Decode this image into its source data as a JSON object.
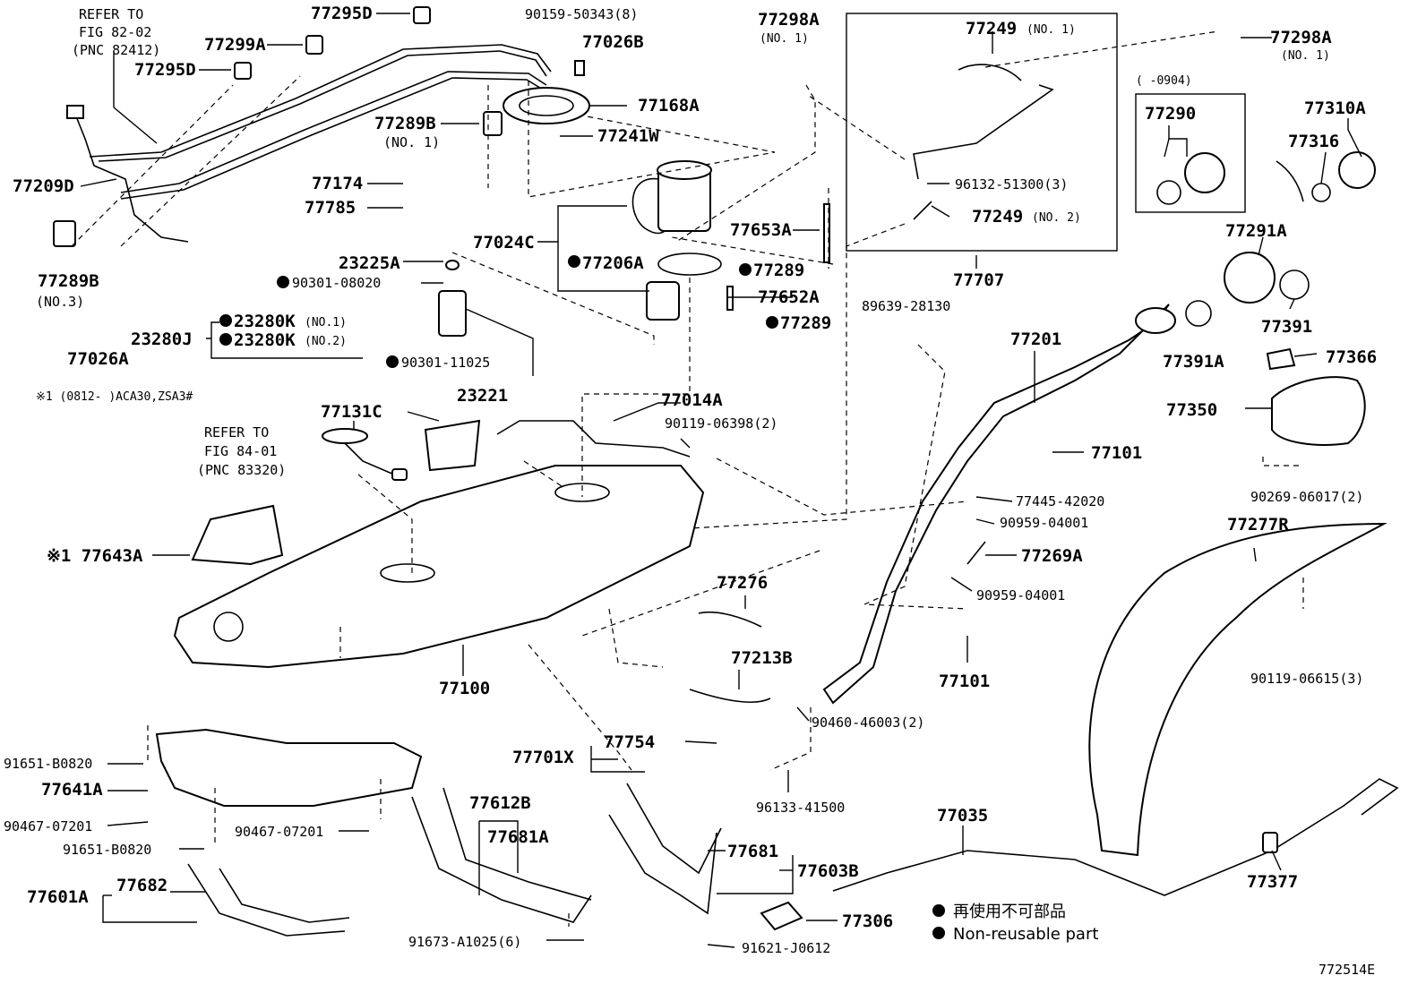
{
  "diagram": {
    "figure_code": "772514E",
    "legend": {
      "jp": "再使用不可部品",
      "en": "Non-reusable part"
    },
    "notes": {
      "note1": "※1 (0812-     )ACA30,ZSA3#",
      "ref1_l1": "REFER TO",
      "ref1_l2": "FIG 82-02",
      "ref1_l3": "(PNC 82412)",
      "ref2_l1": "REFER TO",
      "ref2_l2": "FIG 84-01",
      "ref2_l3": "(PNC 83320)",
      "range": "(      -0904)"
    },
    "labels": {
      "p77295D_a": "77295D",
      "p77295D_b": "77295D",
      "p77299A": "77299A",
      "p77209D": "77209D",
      "p77289B_no3": "77289B",
      "p77289B_no3_sub": "(NO.3)",
      "p77026A": "77026A",
      "p90159": "90159-50343(8)",
      "p77026B": "77026B",
      "p77168A": "77168A",
      "p77289B_no1": "77289B",
      "p77289B_no1_sub": "(NO. 1)",
      "p77241W": "77241W",
      "p77174": "77174",
      "p77785": "77785",
      "p77024C": "77024C",
      "p77206A": "77206A",
      "p23225A": "23225A",
      "p90301_08020": "90301-08020",
      "p23280J": "23280J",
      "p23280K_1": "23280K",
      "p23280K_1_sub": "(NO.1)",
      "p23280K_2": "23280K",
      "p23280K_2_sub": "(NO.2)",
      "p90301_11025": "90301-11025",
      "p23221": "23221",
      "p77653A": "77653A",
      "p77289_a": "77289",
      "p77652A": "77652A",
      "p77289_b": "77289",
      "p77298A_l": "77298A",
      "p77298A_l_sub": "(NO. 1)",
      "p77249_1": "77249",
      "p77249_1_sub": "(NO. 1)",
      "p96132": "96132-51300(3)",
      "p77249_2": "77249",
      "p77249_2_sub": "(NO. 2)",
      "p77707": "77707",
      "p77298A_r": "77298A",
      "p77298A_r_sub": "(NO. 1)",
      "p77290": "77290",
      "p77310A": "77310A",
      "p77316": "77316",
      "p77291A": "77291A",
      "p77391": "77391",
      "p77391A": "77391A",
      "p77366": "77366",
      "p77350": "77350",
      "p90269": "90269-06017(2)",
      "p77277R": "77277R",
      "p90119_06615": "90119-06615(3)",
      "p77377": "77377",
      "p89639": "89639-28130",
      "p77201": "77201",
      "p77101_a": "77101",
      "p77445": "77445-42020",
      "p90959_a": "90959-04001",
      "p77269A": "77269A",
      "p90959_b": "90959-04001",
      "p77101_b": "77101",
      "p77131C": "77131C",
      "p77014A": "77014A",
      "p90119_06398": "90119-06398(2)",
      "p77643A": "※1 77643A",
      "p77100": "77100",
      "p77276": "77276",
      "p77213B": "77213B",
      "p90460": "90460-46003(2)",
      "p77754": "77754",
      "p77701X": "77701X",
      "p96133": "96133-41500",
      "p77035": "77035",
      "p91651_a": "91651-B0820",
      "p77641A": "77641A",
      "p90467_a": "90467-07201",
      "p90467_b": "90467-07201",
      "p91651_b": "91651-B0820",
      "p77612B": "77612B",
      "p77681A": "77681A",
      "p77601A": "77601A",
      "p77682": "77682",
      "p91673": "91673-A1025(6)",
      "p77681": "77681",
      "p77603B": "77603B",
      "p77306": "77306",
      "p91621": "91621-J0612"
    }
  }
}
